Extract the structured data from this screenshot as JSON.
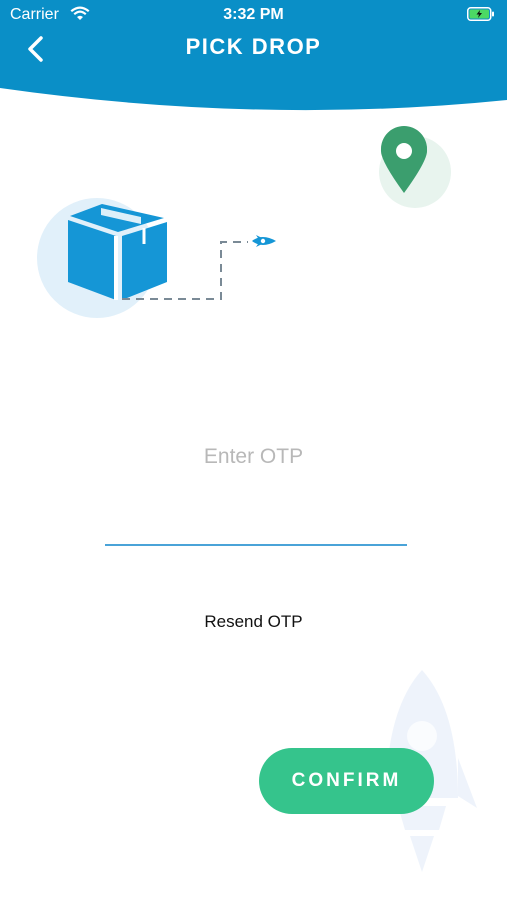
{
  "status_bar": {
    "carrier": "Carrier",
    "time": "3:32 PM"
  },
  "header": {
    "title": "PICK DROP",
    "back_icon": "chevron-left-icon",
    "color": "#0a90c8"
  },
  "illustration": {
    "icons": [
      "box-icon",
      "location-pin-icon",
      "rocket-icon"
    ]
  },
  "form": {
    "otp_placeholder": "Enter OTP",
    "otp_value": "",
    "resend_label": "Resend OTP"
  },
  "actions": {
    "confirm_label": "CONFIRM",
    "confirm_color": "#35c48c"
  }
}
